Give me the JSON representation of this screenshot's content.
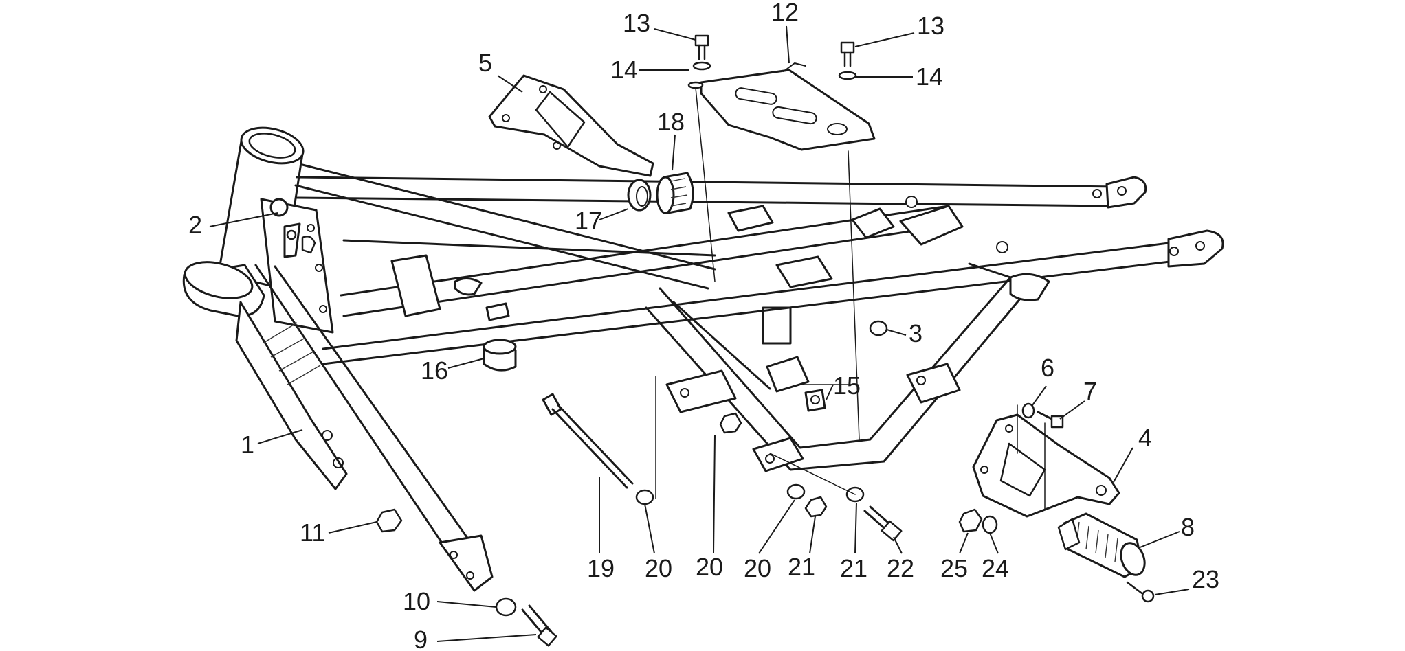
{
  "diagram": {
    "background_color": "#ffffff",
    "line_color": "#1a1a1a",
    "callouts": [
      {
        "id": "c1",
        "label": "1"
      },
      {
        "id": "c2",
        "label": "2"
      },
      {
        "id": "c3",
        "label": "3"
      },
      {
        "id": "c4",
        "label": "4"
      },
      {
        "id": "c5",
        "label": "5"
      },
      {
        "id": "c6",
        "label": "6"
      },
      {
        "id": "c7",
        "label": "7"
      },
      {
        "id": "c8",
        "label": "8"
      },
      {
        "id": "c9",
        "label": "9"
      },
      {
        "id": "c10",
        "label": "10"
      },
      {
        "id": "c11",
        "label": "11"
      },
      {
        "id": "c12",
        "label": "12"
      },
      {
        "id": "c13a",
        "label": "13"
      },
      {
        "id": "c13b",
        "label": "13"
      },
      {
        "id": "c14a",
        "label": "14"
      },
      {
        "id": "c14b",
        "label": "14"
      },
      {
        "id": "c15",
        "label": "15"
      },
      {
        "id": "c16",
        "label": "16"
      },
      {
        "id": "c17",
        "label": "17"
      },
      {
        "id": "c18",
        "label": "18"
      },
      {
        "id": "c19",
        "label": "19"
      },
      {
        "id": "c20a",
        "label": "20"
      },
      {
        "id": "c20b",
        "label": "20"
      },
      {
        "id": "c20c",
        "label": "20"
      },
      {
        "id": "c21a",
        "label": "21"
      },
      {
        "id": "c21b",
        "label": "21"
      },
      {
        "id": "c22",
        "label": "22"
      },
      {
        "id": "c23",
        "label": "23"
      },
      {
        "id": "c24",
        "label": "24"
      },
      {
        "id": "c25",
        "label": "25"
      }
    ]
  }
}
